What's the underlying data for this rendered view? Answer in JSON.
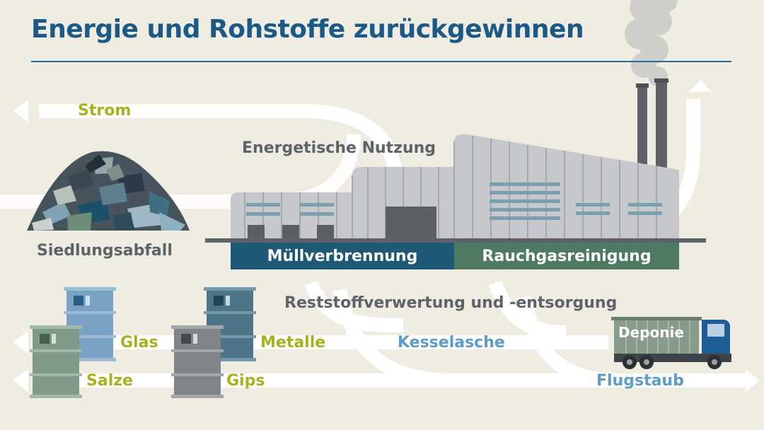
{
  "title": "Energie und Rohstoffe zurückgewinnen",
  "labels": {
    "strom": "Strom",
    "energetische_nutzung": "Energetische Nutzung",
    "siedlungsabfall": "Siedlungsabfall",
    "muellverbrennung": "Müllverbrennung",
    "rauchgasreinigung": "Rauchgasreinigung",
    "reststoff": "Reststoffverwertung und -entsorgung",
    "glas": "Glas",
    "salze": "Salze",
    "metalle": "Metalle",
    "gips": "Gips",
    "kesselasche": "Kesselasche",
    "flugstaub": "Flugstaub",
    "deponie": "Deponie"
  },
  "colors": {
    "background": "#efece2",
    "title": "#1b5a88",
    "green_label": "#a4b41e",
    "blue_label": "#5c9cc8",
    "muellverbrennung_band": "#1e5a78",
    "rauchgasreinigung_band": "#4e7a64"
  }
}
